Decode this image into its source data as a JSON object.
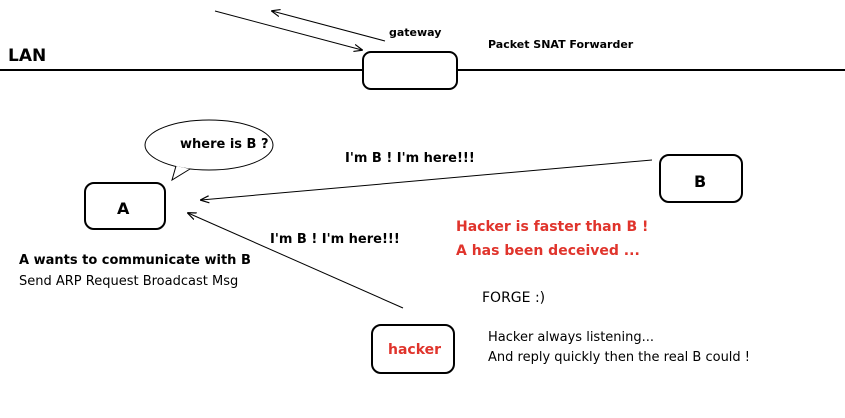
{
  "lan_label": "LAN",
  "gateway": {
    "label": "gateway",
    "description": "Packet SNAT Forwarder"
  },
  "node_a": {
    "label": "A",
    "speech": "where is B ?"
  },
  "node_b": {
    "label": "B"
  },
  "node_hacker": {
    "label": "hacker"
  },
  "messages": {
    "b_reply": "I'm B ! I'm here!!!",
    "hacker_reply": "I'm B ! I'm here!!!"
  },
  "notes": {
    "a_line1": "A wants to communicate with B",
    "a_line2": "Send ARP Request Broadcast Msg",
    "warn_line1": "Hacker is faster than B !",
    "warn_line2": "A has been deceived ...",
    "forge": "FORGE :)",
    "hacker_line1": "Hacker always listening...",
    "hacker_line2": "And reply quickly then the real B could !"
  },
  "colors": {
    "ink": "#000000",
    "alert": "#e0342c"
  }
}
